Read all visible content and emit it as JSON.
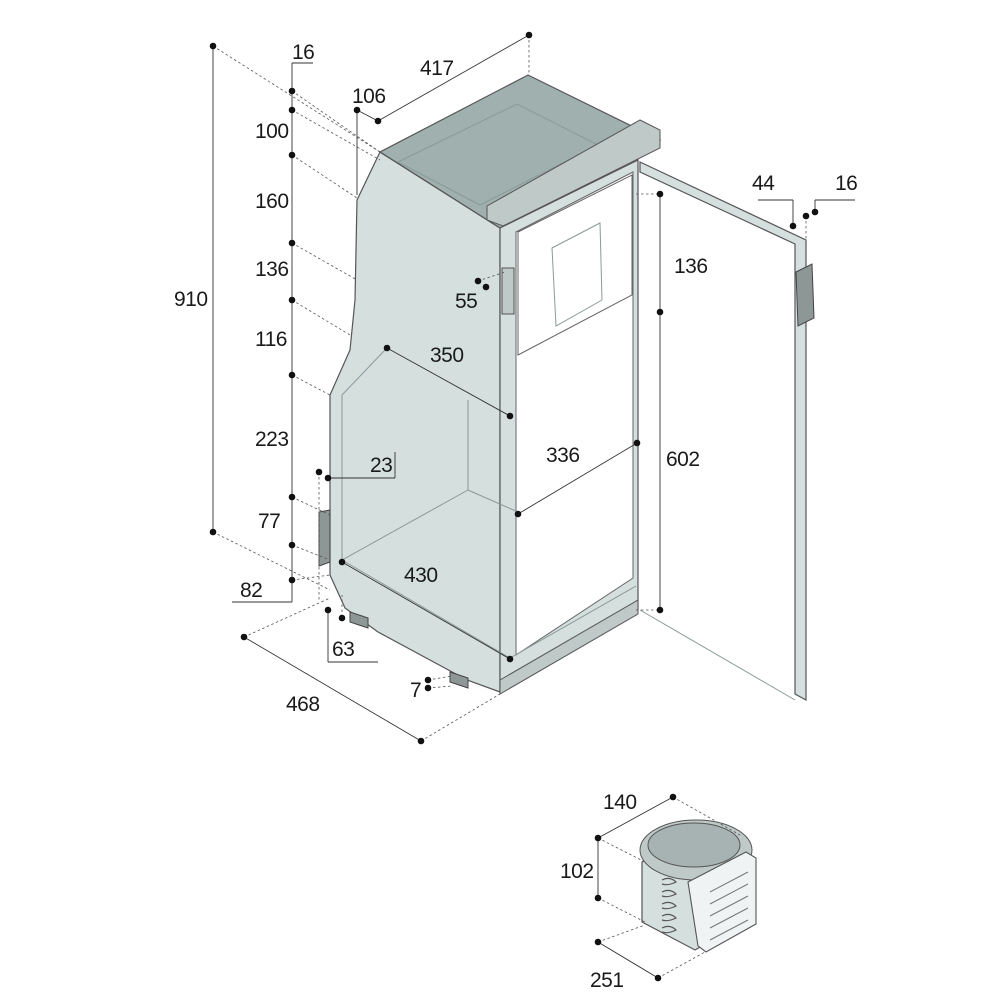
{
  "colors": {
    "cabinet_body": "#d4dfde",
    "cabinet_top": "#9fb0af",
    "hardware": "#8d9796",
    "dimension_text": "#1a1a1a"
  },
  "dimensions": {
    "total_height": "910",
    "top_width": "417",
    "top_flange": "16",
    "top_offset": "106",
    "step_100": "100",
    "step_160": "160",
    "step_136": "136",
    "step_116": "116",
    "step_223": "223",
    "step_77": "77",
    "base_82": "82",
    "recess_23": "23",
    "foot_63": "63",
    "foot_7": "7",
    "total_depth": "468",
    "inner_width_350": "350",
    "inner_width_336": "336",
    "inner_depth_430": "430",
    "inner_height_602": "602",
    "upper_136": "136",
    "hinge_55": "55",
    "door_44": "44",
    "door_16": "16"
  },
  "compressor": {
    "width": "140",
    "height": "102",
    "depth": "251"
  }
}
